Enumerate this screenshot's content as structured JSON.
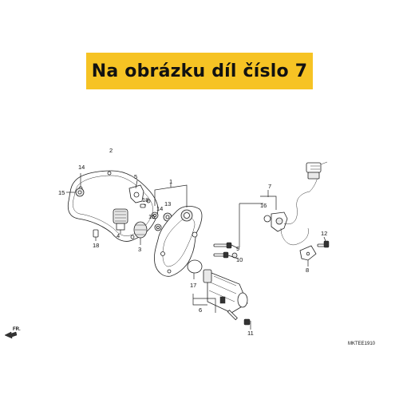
{
  "banner": {
    "text": "Na obrázku díl číslo 7"
  },
  "callouts": [
    {
      "id": "label-1",
      "text": "1"
    },
    {
      "id": "label-2",
      "text": "2"
    },
    {
      "id": "label-3",
      "text": "3"
    },
    {
      "id": "label-4",
      "text": "4"
    },
    {
      "id": "label-5",
      "text": "5"
    },
    {
      "id": "label-6",
      "text": "6"
    },
    {
      "id": "label-7",
      "text": "7"
    },
    {
      "id": "label-8",
      "text": "8"
    },
    {
      "id": "label-9",
      "text": "9"
    },
    {
      "id": "label-10",
      "text": "10"
    },
    {
      "id": "label-11",
      "text": "11"
    },
    {
      "id": "label-12",
      "text": "12"
    },
    {
      "id": "label-13",
      "text": "13"
    },
    {
      "id": "label-14a",
      "text": "14"
    },
    {
      "id": "label-14b",
      "text": "14"
    },
    {
      "id": "label-15a",
      "text": "15"
    },
    {
      "id": "label-15b",
      "text": "15"
    },
    {
      "id": "label-16",
      "text": "16"
    },
    {
      "id": "label-17",
      "text": "17"
    },
    {
      "id": "label-18a",
      "text": "18"
    },
    {
      "id": "label-18b",
      "text": "18"
    }
  ],
  "front_marker": "FR.",
  "diagram_code": "MKTEE1910"
}
